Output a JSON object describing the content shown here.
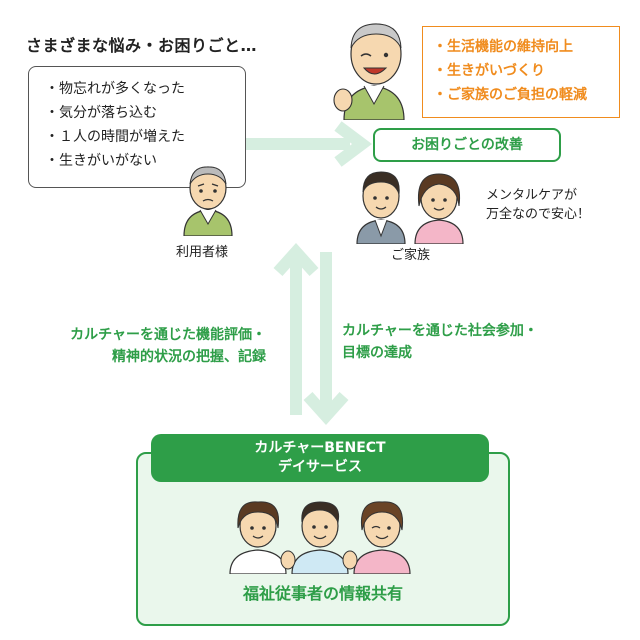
{
  "heading": "さまざまな悩み・お困りごと…",
  "worries": [
    "物忘れが多くなった",
    "気分が落ち込む",
    "１人の時間が増えた",
    "生きがいがない"
  ],
  "user_caption": "利用者様",
  "goals": [
    "生活機能の維持向上",
    "生きがいづくり",
    "ご家族のご負担の軽減"
  ],
  "improvement": "お困りごとの改善",
  "family_note": [
    "メンタルケアが",
    "万全なので安心！"
  ],
  "family_caption": "ご家族",
  "left_label": [
    "カルチャーを通じた機能評価・",
    "精神的状況の把握、記録"
  ],
  "right_label": [
    "カルチャーを通じた社会参加・",
    "目標の達成"
  ],
  "service": {
    "line1": "カルチャーBENECT",
    "line2": "デイサービス"
  },
  "sharing": "福祉従事者の情報共有",
  "colors": {
    "green": "#2e9e48",
    "orange": "#f08c1e",
    "arrow": "#d6eee0"
  }
}
